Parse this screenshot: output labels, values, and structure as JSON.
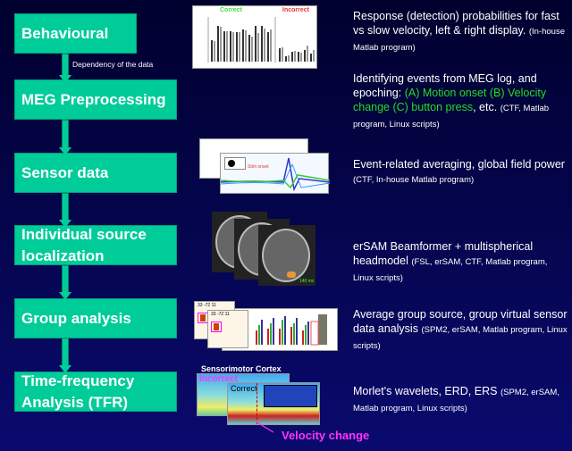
{
  "steps": [
    {
      "label": "Behavioural"
    },
    {
      "label": "MEG Preprocessing"
    },
    {
      "label": "Sensor data"
    },
    {
      "label": "Individual source localization"
    },
    {
      "label": "Group analysis"
    },
    {
      "label": "Time-frequency Analysis (TFR)"
    }
  ],
  "dependency_label": "Dependency of the data",
  "descriptions": [
    {
      "main": "Response (detection) probabilities for fast vs slow velocity, left & right display.",
      "tools": "(In-house Matlab program)"
    },
    {
      "main_a": "Identifying events from MEG log, and epoching: ",
      "highlight": "(A) Motion onset (B) Velocity change (C) button press",
      "main_b": ", etc.",
      "tools": "(CTF, Matlab program, Linux scripts)"
    },
    {
      "main": "Event-related averaging, global field power",
      "tools": "(CTF, In-house Matlab program)"
    },
    {
      "main": "erSAM Beamformer + multispherical headmodel",
      "tools": "(FSL, erSAM, CTF, Matlab program, Linux scripts)"
    },
    {
      "main": "Average group source, group virtual sensor data analysis",
      "tools": "(SPM2, erSAM, Matlab program, Linux scripts)"
    },
    {
      "main": "Morlet's wavelets, ERD, ERS",
      "tools": "(SPM2, erSAM, Matlab program, Linux scripts)"
    }
  ],
  "figures": {
    "behavioural": {
      "correct": "Correct",
      "incorrect": "Incorrect"
    },
    "sensor": {
      "annotation": "Stim onset"
    },
    "source": {
      "latency": "140 ms"
    },
    "group": {
      "coord1": "33 -72 11",
      "coord2": "33 -72 11"
    },
    "tfr": {
      "title": "Sensorimotor Cortex",
      "incorrect": "Incorrect",
      "correct": "Correct",
      "event": "Velocity change"
    }
  },
  "colors": {
    "box": "#00cc99",
    "highlight": "#22dd22",
    "event": "#ff33ff",
    "background": "#000040"
  }
}
